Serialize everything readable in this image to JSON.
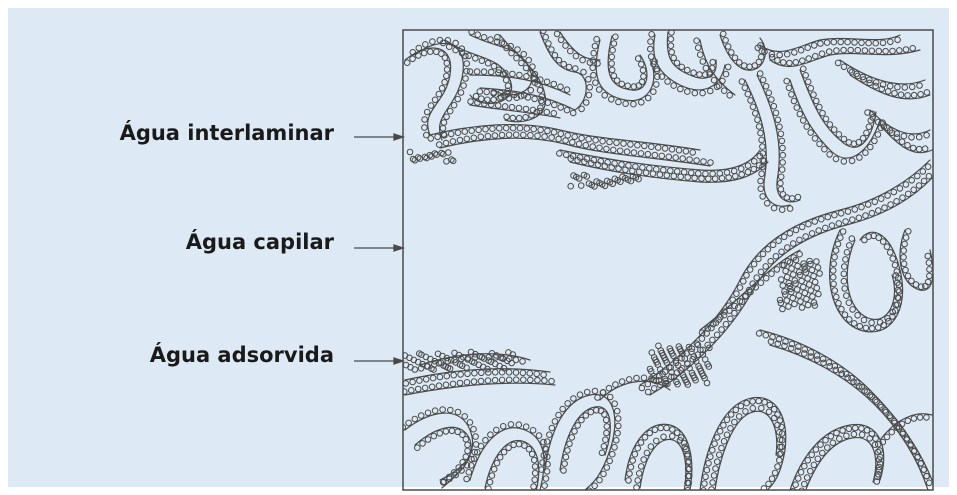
{
  "labels": {
    "interlaminar": "Água interlaminar",
    "capilar": "Água capilar",
    "adsorvida": "Água adsorvida"
  },
  "colors": {
    "background_panel": "#dde9f4",
    "diagram_line": "#4a4a4a",
    "label_text": "#1a1a1a"
  }
}
